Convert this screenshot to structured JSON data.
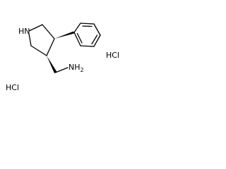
{
  "molecule": {
    "atom_labels": {
      "ring_nitrogen": "HN",
      "amine": "NH",
      "amine_subscript": "2"
    },
    "salt_labels": [
      "HCl",
      "HCl"
    ],
    "stroke_color": "#000000",
    "background_color": "#ffffff"
  }
}
